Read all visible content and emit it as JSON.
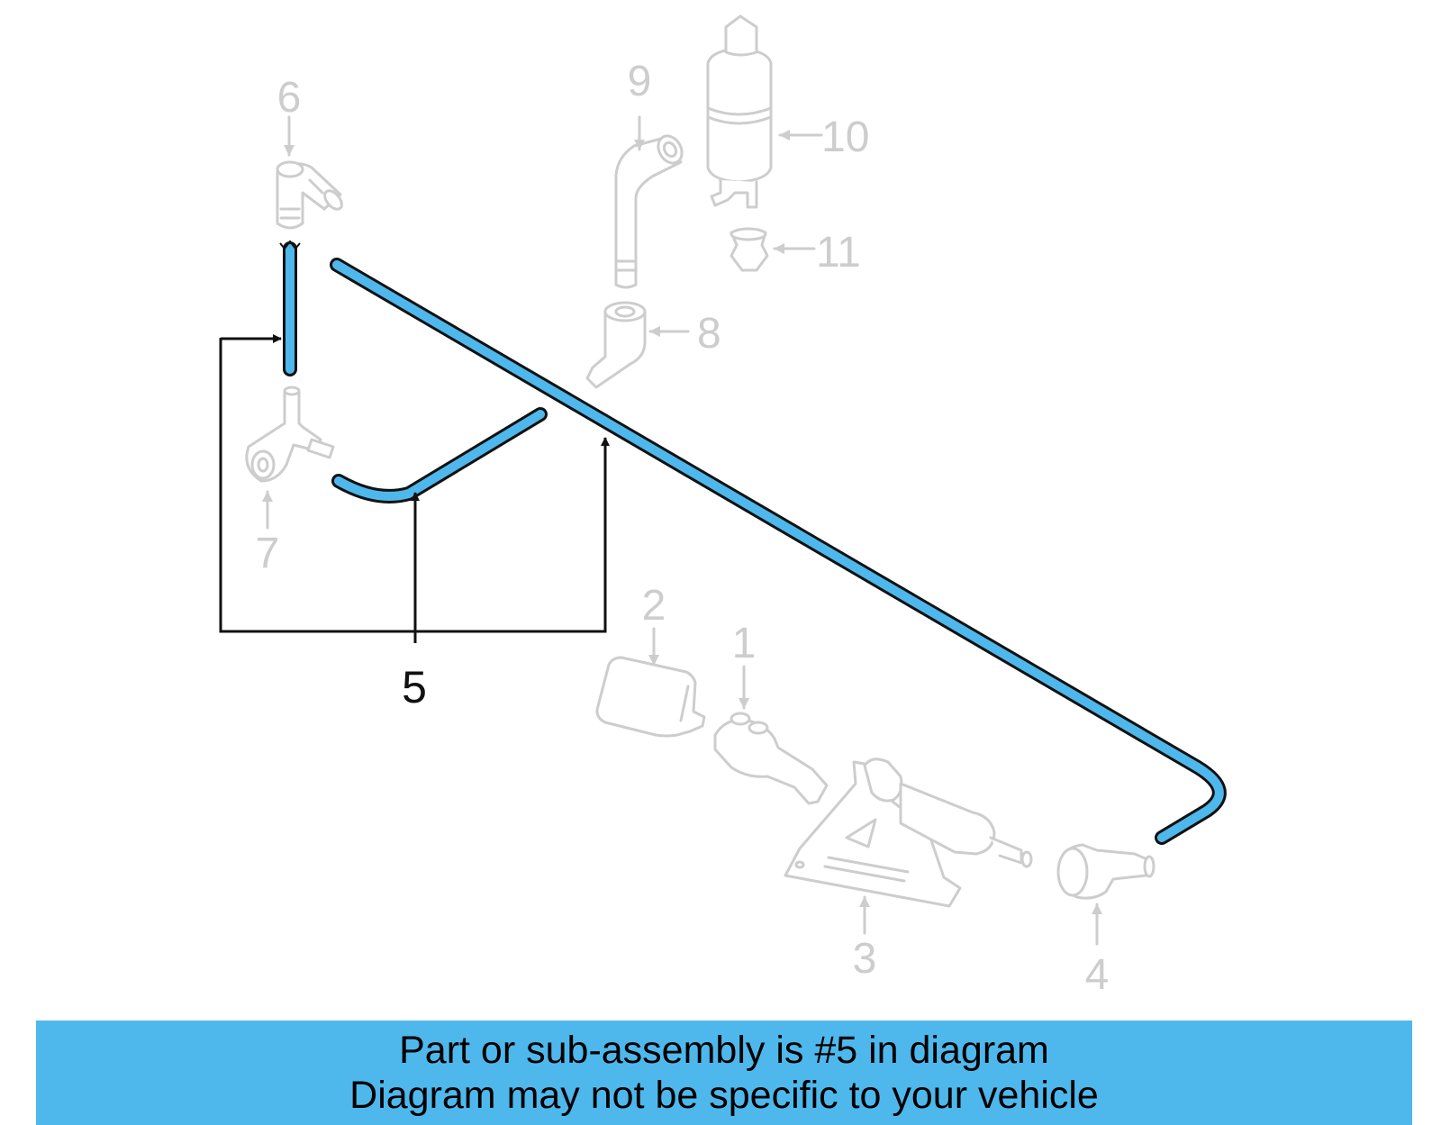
{
  "callouts": {
    "c1": "1",
    "c2": "2",
    "c3": "3",
    "c4": "4",
    "c5": "5",
    "c6": "6",
    "c7": "7",
    "c8": "8",
    "c9": "9",
    "c10": "10",
    "c11": "11"
  },
  "banner": {
    "line1": "Part or sub-assembly is #5 in diagram",
    "line2": "Diagram may not be specific to your vehicle"
  },
  "colors": {
    "highlight": "#4eb8ec",
    "ghost_parts": "#cdcdcd",
    "outline": "#111111"
  }
}
